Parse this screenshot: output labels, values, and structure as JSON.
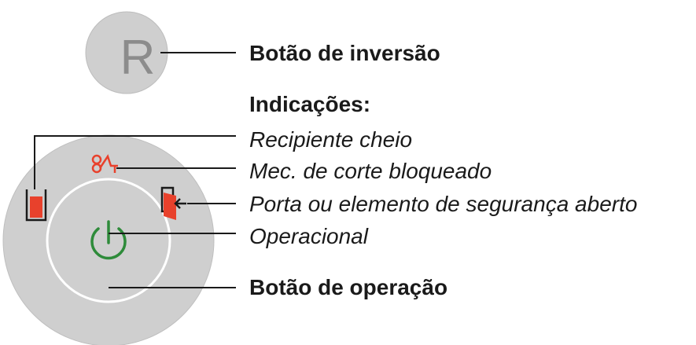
{
  "reverse_button": {
    "letter": "R",
    "label": "Botão de inversão"
  },
  "indications": {
    "heading": "Indicações:",
    "items": [
      {
        "label": "Recipiente cheio",
        "icon": "container-full-icon",
        "color": "#e8412c"
      },
      {
        "label": "Mec. de corte bloqueado",
        "icon": "cutter-blocked-icon",
        "color": "#e8412c"
      },
      {
        "label": "Porta ou elemento de segurança aberto",
        "icon": "door-open-icon",
        "color": "#e8412c"
      },
      {
        "label": "Operacional",
        "icon": "power-icon",
        "color": "#2e8b3a"
      }
    ]
  },
  "operation_button": {
    "label": "Botão de operação"
  },
  "colors": {
    "button_fill": "#cfcfcf",
    "outline": "#1a1a1a",
    "indicator_red": "#e8412c",
    "indicator_green": "#2e8b3a"
  }
}
